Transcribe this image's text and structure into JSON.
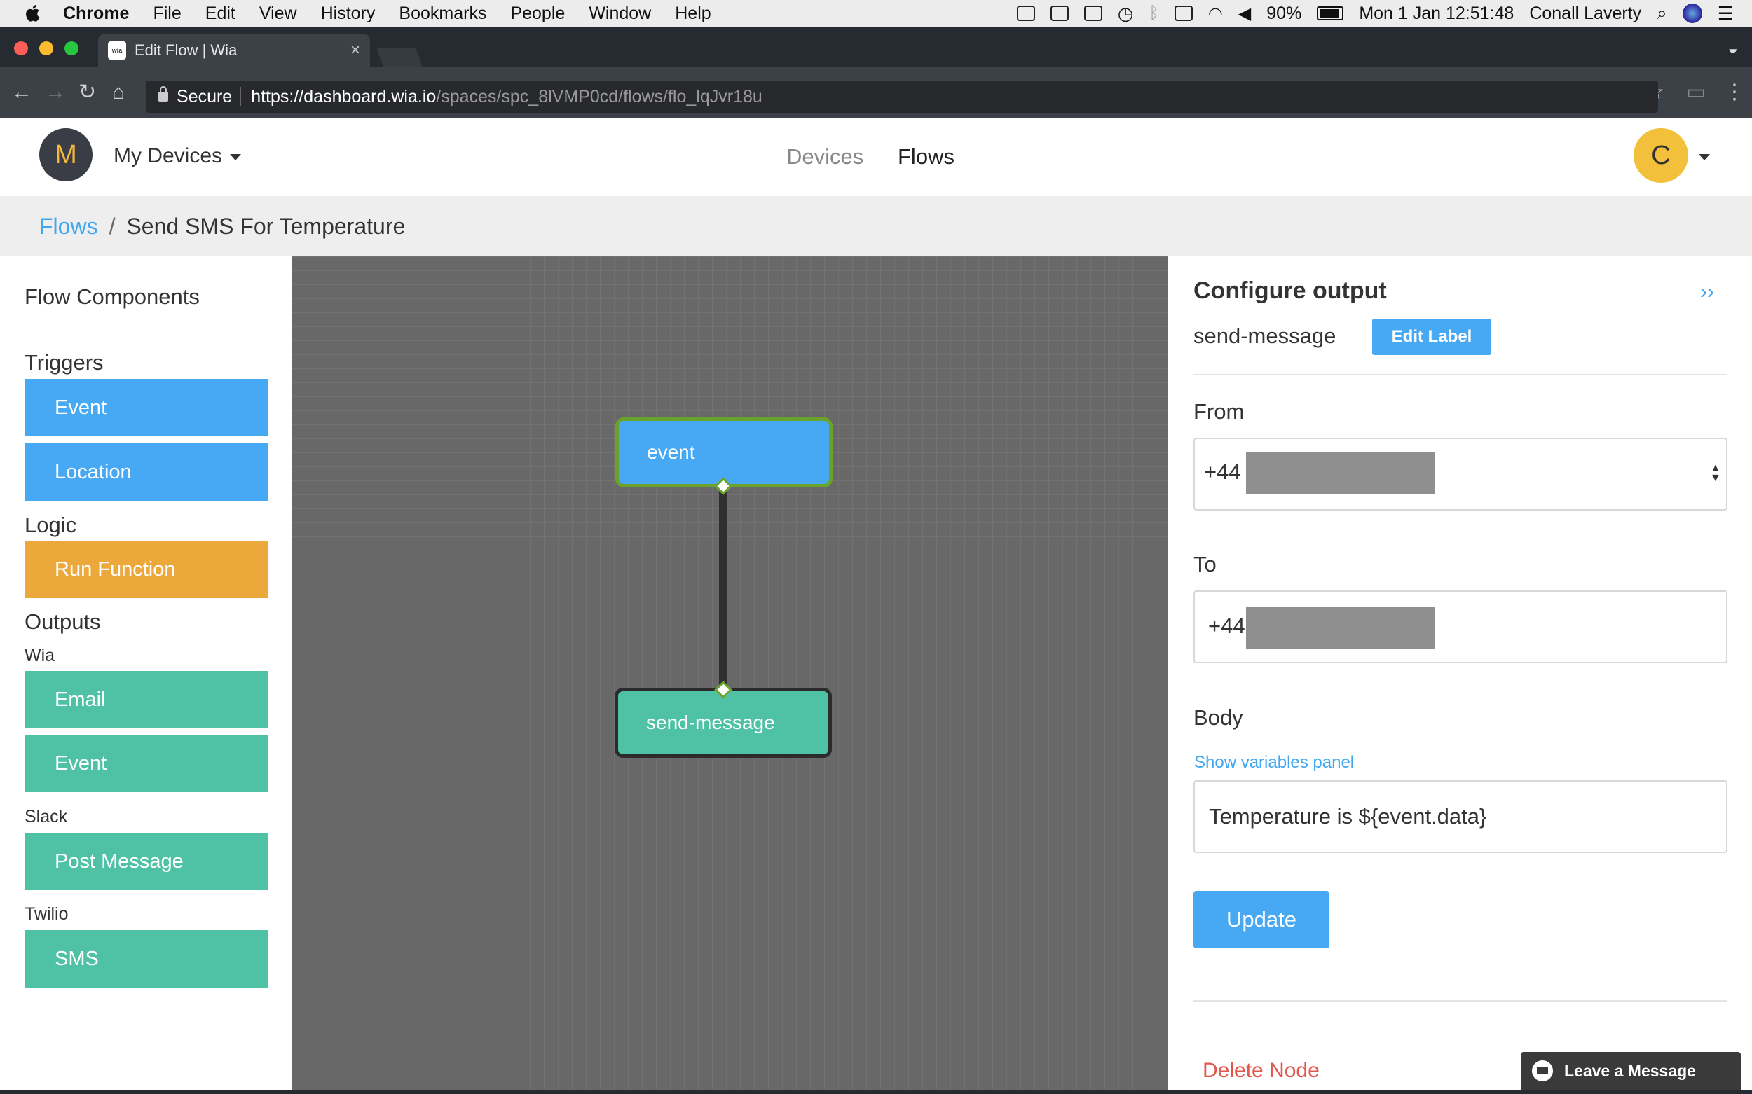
{
  "menubar": {
    "app": "Chrome",
    "items": [
      "File",
      "Edit",
      "View",
      "History",
      "Bookmarks",
      "People",
      "Window",
      "Help"
    ],
    "battery": "90%",
    "datetime": "Mon 1 Jan  12:51:48",
    "user": "Conall Laverty"
  },
  "browser": {
    "tab_title": "Edit Flow | Wia",
    "favicon_text": "wia",
    "secure_label": "Secure",
    "url_host": "https://dashboard.wia.io",
    "url_path": "/spaces/spc_8lVMP0cd/flows/flo_lqJvr18u"
  },
  "header": {
    "space_initial": "M",
    "space_name": "My Devices",
    "nav_devices": "Devices",
    "nav_flows": "Flows",
    "user_initial": "C"
  },
  "breadcrumb": {
    "root": "Flows",
    "separator": "/",
    "current": "Send SMS For Temperature"
  },
  "components": {
    "title": "Flow Components",
    "triggers_heading": "Triggers",
    "triggers": [
      "Event",
      "Location"
    ],
    "logic_heading": "Logic",
    "logic": [
      "Run Function"
    ],
    "outputs_heading": "Outputs",
    "wia_label": "Wia",
    "wia": [
      "Email",
      "Event"
    ],
    "slack_label": "Slack",
    "slack": [
      "Post Message"
    ],
    "twilio_label": "Twilio",
    "twilio": [
      "SMS"
    ]
  },
  "canvas": {
    "node_event": "event",
    "node_send": "send-message"
  },
  "config": {
    "title": "Configure output",
    "collapse": "››",
    "node_label": "send-message",
    "edit_label_button": "Edit Label",
    "from_label": "From",
    "from_value": "+44",
    "to_label": "To",
    "to_value": "+44",
    "body_label": "Body",
    "show_variables": "Show variables panel",
    "body_value": "Temperature is ${event.data}",
    "update_button": "Update",
    "delete_node": "Delete Node"
  },
  "chat": {
    "label": "Leave a Message"
  },
  "colors": {
    "primary_blue": "#47a9f4",
    "orange": "#eda83c",
    "teal": "#4fc2a5",
    "danger": "#e2574c",
    "canvas": "#686868"
  }
}
